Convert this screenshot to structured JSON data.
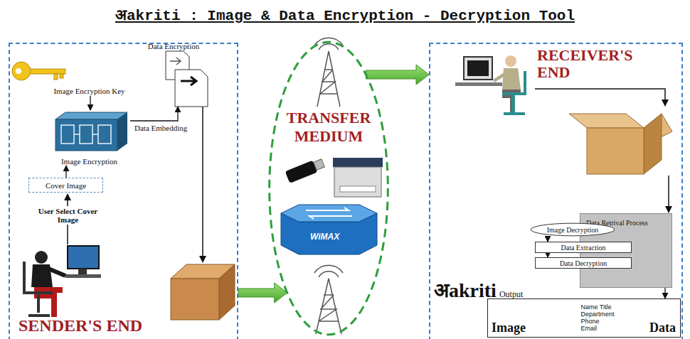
{
  "diagram": {
    "title": "अakriti : Image & Data Encryption - Decryption Tool",
    "nodes": [
      {
        "text": [
          "SENDER'S END"
        ]
      },
      {
        "text": [
          "Image Encryption Key"
        ],
        "in": 0
      },
      {
        "text": [
          "Data Encryption"
        ],
        "in": 0
      },
      {
        "text": [
          "Image Encryption"
        ],
        "in": 0
      },
      {
        "text": [
          "Cover Image"
        ],
        "in": 0
      },
      {
        "text": [
          "TRANSFER MEDIUM"
        ]
      },
      {
        "text": [
          "RECEIVER'S END"
        ]
      },
      {
        "text": [
          "Data Retrival Process"
        ],
        "in": 6
      },
      {
        "text": [
          "Image Decryption"
        ],
        "in": 7
      },
      {
        "text": [
          "Data Extraction"
        ],
        "in": 7
      },
      {
        "text": [
          "Data Decryption"
        ],
        "in": 7
      },
      {
        "text": [
          "Image",
          "Name Title Department Phone Email",
          "Data"
        ],
        "in": 6
      }
    ],
    "edges": [
      {
        "from": 1,
        "to": 3,
        "arrow": "to"
      },
      {
        "from": 4,
        "to": 3,
        "arrow": "to"
      },
      {
        "from": 3,
        "to": 2,
        "label": "Data Embedding",
        "arrow": "to"
      },
      {
        "from": 0,
        "to": 5,
        "arrow": "to"
      },
      {
        "from": 5,
        "to": 6,
        "arrow": "to"
      },
      {
        "from": 8,
        "to": 9,
        "arrow": "to"
      },
      {
        "from": 9,
        "to": 10,
        "arrow": "to"
      },
      {
        "from": 7,
        "to": 11,
        "arrow": "to"
      }
    ],
    "labels": [
      "अakriti",
      "Output",
      "WiMAX",
      "User Select Cover Image"
    ]
  }
}
